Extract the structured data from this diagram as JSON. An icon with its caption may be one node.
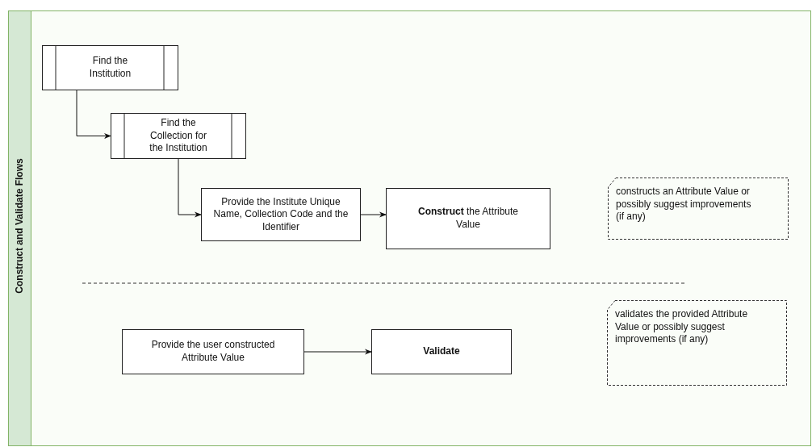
{
  "diagram": {
    "nodes": [
      {
        "text": [
          "Construct and Validate Flows"
        ]
      },
      {
        "text": [
          "Find the Institution"
        ],
        "in": 0
      },
      {
        "text": [
          "Find the Collection for the Institution"
        ],
        "in": 0
      },
      {
        "text": [
          "Provide the Institute Unique Name, Collection Code and the Identifier"
        ],
        "in": 0
      },
      {
        "text": [
          "**Construct** the Attribute Value"
        ],
        "in": 0
      },
      {
        "text": [
          "constructs an Attribute Value or possibly suggest improvements (if any)"
        ],
        "in": 0
      },
      {
        "text": [
          "Provide the user constructed Attribute Value"
        ],
        "in": 0
      },
      {
        "text": [
          "Validate"
        ],
        "in": 0
      },
      {
        "text": [
          "validates the provided Attribute Value or possibly suggest improvements (if any)"
        ],
        "in": 0
      }
    ],
    "edges": [
      {
        "from": 1,
        "to": 2,
        "arrow": "to"
      },
      {
        "from": 2,
        "to": 3,
        "arrow": "to"
      },
      {
        "from": 3,
        "to": 4,
        "arrow": "to"
      },
      {
        "from": 6,
        "to": 7,
        "arrow": "to"
      }
    ]
  }
}
